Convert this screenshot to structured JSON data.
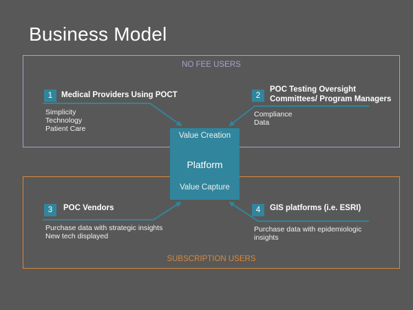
{
  "slide": {
    "title": "Business Model"
  },
  "groups": {
    "no_fee_label": "NO FEE USERS",
    "subscription_label": "SUBSCRIPTION USERS"
  },
  "platform": {
    "top_label": "Value Creation",
    "center_label": "Platform",
    "bottom_label": "Value Capture"
  },
  "segments": [
    {
      "number": "1",
      "title": "Medical Providers Using POCT",
      "description": "Simplicity\nTechnology\nPatient Care"
    },
    {
      "number": "2",
      "title": "POC Testing Oversight\nCommittees/ Program Managers",
      "description": "Compliance\nData"
    },
    {
      "number": "3",
      "title": "POC Vendors",
      "description": "Purchase data with strategic insights\nNew tech displayed"
    },
    {
      "number": "4",
      "title": "GIS platforms (i.e. ESRI)",
      "description": "Purchase data with epidemiologic\ninsights"
    }
  ],
  "colors": {
    "background": "#585858",
    "accent_teal": "#31859c",
    "no_fee_border": "#aaa2c6",
    "subscription_border": "#d9893b"
  }
}
